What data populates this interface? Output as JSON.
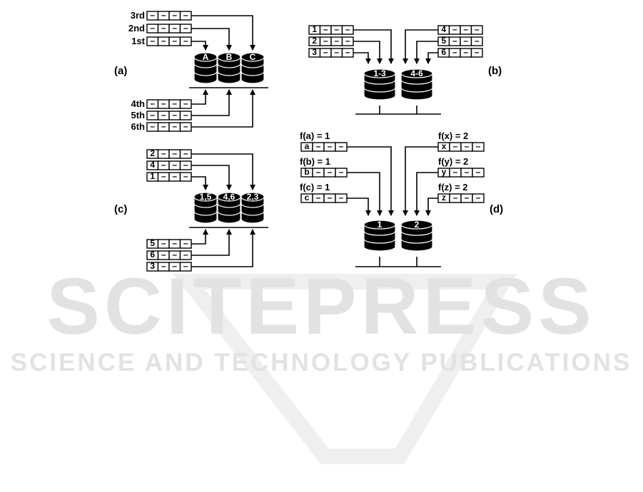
{
  "watermark": {
    "title": "SCITEPRESS",
    "subtitle": "SCIENCE AND TECHNOLOGY PUBLICATIONS"
  },
  "panels": [
    {
      "id": "a",
      "label": "(a)",
      "databases": [
        "A",
        "B",
        "C"
      ],
      "top_rows": [
        {
          "label": "3rd",
          "cells": [
            "–",
            "–",
            "–",
            "–"
          ],
          "target": 2
        },
        {
          "label": "2nd",
          "cells": [
            "–",
            "–",
            "–",
            "–"
          ],
          "target": 1
        },
        {
          "label": "1st",
          "cells": [
            "–",
            "–",
            "–",
            "–"
          ],
          "target": 0
        }
      ],
      "bottom_rows": [
        {
          "label": "4th",
          "cells": [
            "–",
            "–",
            "–",
            "–"
          ],
          "target": 0
        },
        {
          "label": "5th",
          "cells": [
            "–",
            "–",
            "–",
            "–"
          ],
          "target": 1
        },
        {
          "label": "6th",
          "cells": [
            "–",
            "–",
            "–",
            "–"
          ],
          "target": 2
        }
      ]
    },
    {
      "id": "b",
      "label": "(b)",
      "databases": [
        "1-3",
        "4-6"
      ],
      "left_rows": [
        {
          "cells": [
            "1",
            "–",
            "–",
            "–"
          ]
        },
        {
          "cells": [
            "2",
            "–",
            "–",
            "–"
          ]
        },
        {
          "cells": [
            "3",
            "–",
            "–",
            "–"
          ]
        }
      ],
      "right_rows": [
        {
          "cells": [
            "4",
            "–",
            "–",
            "–"
          ]
        },
        {
          "cells": [
            "5",
            "–",
            "–",
            "–"
          ]
        },
        {
          "cells": [
            "6",
            "–",
            "–",
            "–"
          ]
        }
      ]
    },
    {
      "id": "c",
      "label": "(c)",
      "databases": [
        "1,5",
        "4,6",
        "2,3"
      ],
      "top_rows": [
        {
          "cells": [
            "2",
            "–",
            "–",
            "–"
          ],
          "target": 2
        },
        {
          "cells": [
            "4",
            "–",
            "–",
            "–"
          ],
          "target": 1
        },
        {
          "cells": [
            "1",
            "–",
            "–",
            "–"
          ],
          "target": 0
        }
      ],
      "bottom_rows": [
        {
          "cells": [
            "5",
            "–",
            "–",
            "–"
          ],
          "target": 0
        },
        {
          "cells": [
            "6",
            "–",
            "–",
            "–"
          ],
          "target": 1
        },
        {
          "cells": [
            "3",
            "–",
            "–",
            "–"
          ],
          "target": 2
        }
      ]
    },
    {
      "id": "d",
      "label": "(d)",
      "databases": [
        "1",
        "2"
      ],
      "left_rows": [
        {
          "func": "f(a) = 1",
          "cells": [
            "a",
            "–",
            "–",
            "–"
          ]
        },
        {
          "func": "f(b) = 1",
          "cells": [
            "b",
            "–",
            "–",
            "–"
          ]
        },
        {
          "func": "f(c) = 1",
          "cells": [
            "c",
            "–",
            "–",
            "–"
          ]
        }
      ],
      "right_rows": [
        {
          "func": "f(x) = 2",
          "cells": [
            "x",
            "–",
            "–",
            "–"
          ]
        },
        {
          "func": "f(y) = 2",
          "cells": [
            "y",
            "–",
            "–",
            "–"
          ]
        },
        {
          "func": "f(z) = 2",
          "cells": [
            "z",
            "–",
            "–",
            "–"
          ]
        }
      ]
    }
  ]
}
